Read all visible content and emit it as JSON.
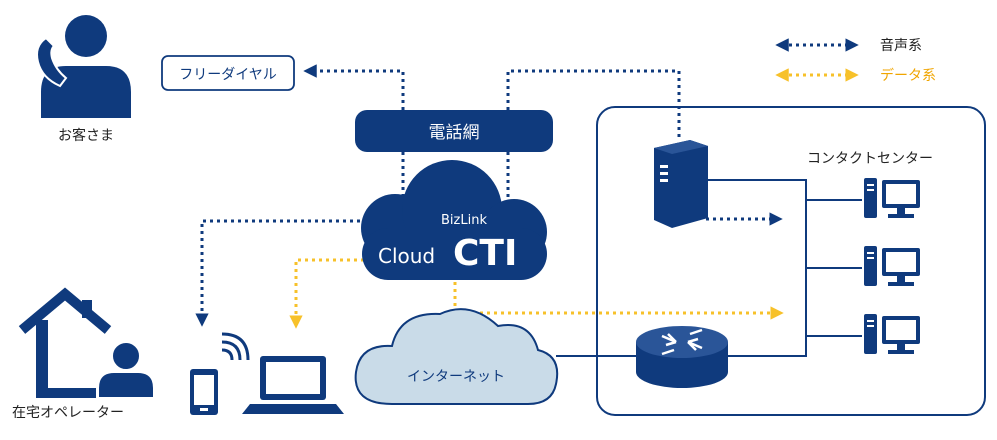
{
  "labels": {
    "customer": "お客さま",
    "free_dial": "フリーダイヤル",
    "phone_network": "電話網",
    "cloud_brand": "BizLink",
    "cloud_prefix": "Cloud",
    "cloud_product": "CTI",
    "internet": "インターネット",
    "contact_center": "コンタクトセンター",
    "home_operator": "在宅オペレーター"
  },
  "legend": {
    "voice": "音声系",
    "data": "データ系"
  },
  "colors": {
    "navy": "#0f3a7d",
    "yellow": "#f7c12a",
    "internet_fill": "#c9dbe8",
    "white": "#ffffff"
  },
  "icons": {
    "customer": "person-phone-icon",
    "home_operator": "house-person-icon",
    "smartphone": "smartphone-icon",
    "laptop": "laptop-icon",
    "server": "server-icon",
    "router": "router-icon",
    "pc": "desktop-pc-icon"
  }
}
